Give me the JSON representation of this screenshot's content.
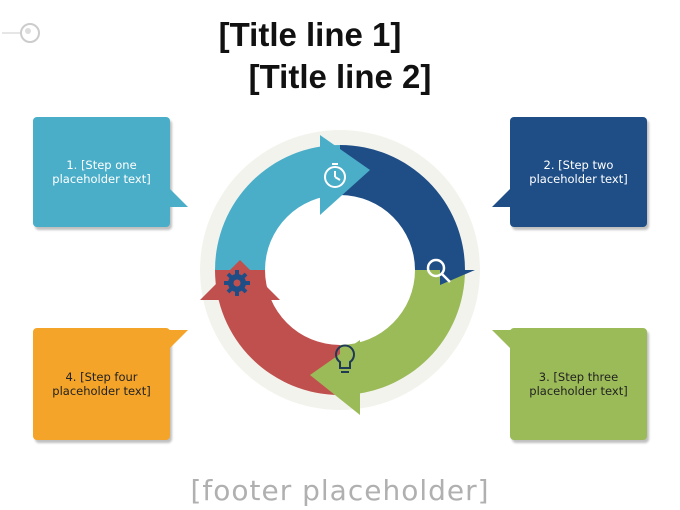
{
  "title": {
    "line1": "[Title line 1]",
    "line2": "[Title line 2]"
  },
  "steps": [
    {
      "text": "1. [Step one placeholder text]",
      "color": "#4aaec9",
      "icon": "stopwatch-icon"
    },
    {
      "text": "2. [Step two placeholder text]",
      "color": "#1f4e87",
      "icon": "magnifier-icon"
    },
    {
      "text": "3. [Step three placeholder text]",
      "color": "#9bbb59",
      "icon": "lightbulb-icon"
    },
    {
      "text": "4. [Step four placeholder text]",
      "color": "#c0504d",
      "box_color": "#f4a428",
      "icon": "gear-icon"
    }
  ],
  "footer": "[footer placeholder]"
}
